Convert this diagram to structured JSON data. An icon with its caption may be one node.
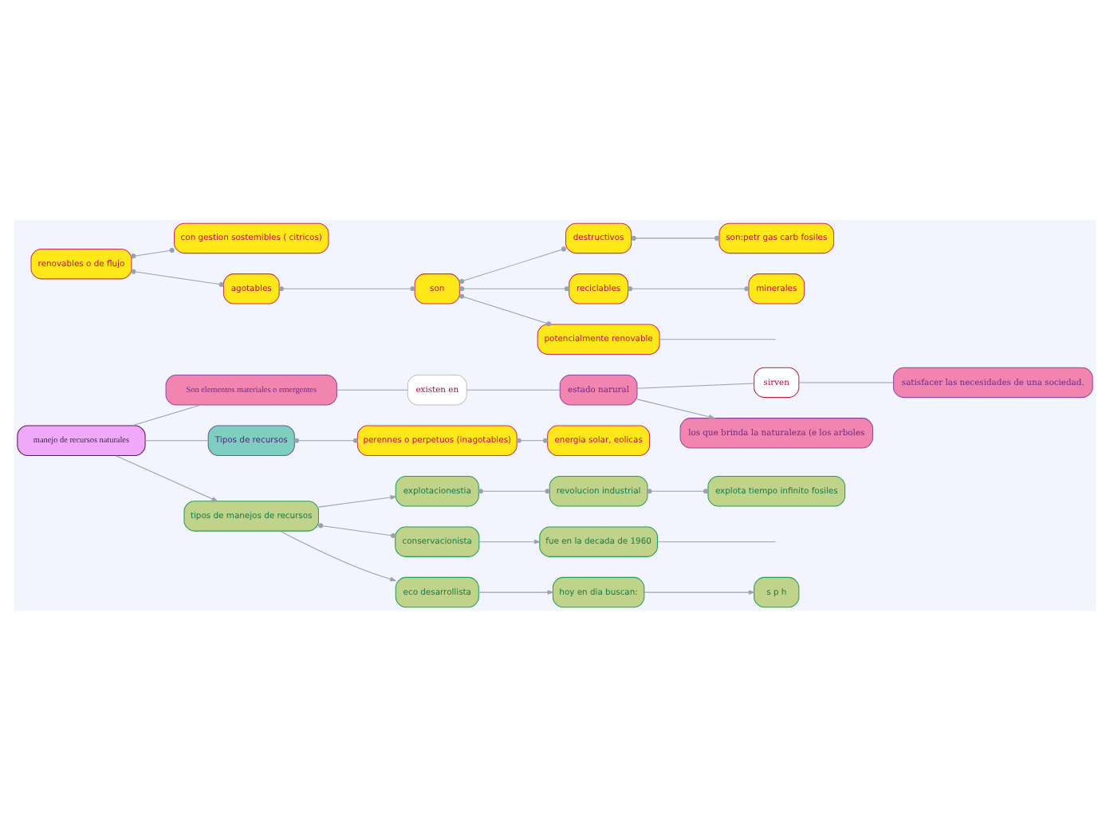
{
  "diagram": {
    "nodes": [
      {
        "text": [
          "manejo de recursos naturales"
        ]
      },
      {
        "text": [
          "Son elementos materiales o emergentes"
        ]
      },
      {
        "text": [
          "existen en"
        ]
      },
      {
        "text": [
          "estado narural"
        ]
      },
      {
        "text": [
          "sirven"
        ]
      },
      {
        "text": [
          "satisfacer las necesidades de una sociedad."
        ]
      },
      {
        "text": [
          "los que brinda la naturaleza (e los arboles"
        ]
      },
      {
        "text": [
          "Tipos de recursos"
        ]
      },
      {
        "text": [
          "perennes o perpetuos (inagotables)"
        ]
      },
      {
        "text": [
          "energia solar, eolicas"
        ]
      },
      {
        "text": [
          "renovables o de flujo"
        ]
      },
      {
        "text": [
          "con gestion sostemibles ( citricos)"
        ]
      },
      {
        "text": [
          "agotables"
        ]
      },
      {
        "text": [
          "son"
        ]
      },
      {
        "text": [
          "destructivos"
        ]
      },
      {
        "text": [
          "son:petr gas carb fosiles"
        ]
      },
      {
        "text": [
          "reciclables"
        ]
      },
      {
        "text": [
          "minerales"
        ]
      },
      {
        "text": [
          "potencialmente renovable"
        ]
      },
      {
        "text": [
          "tipos de manejos de recursos"
        ]
      },
      {
        "text": [
          "explotacionestia"
        ]
      },
      {
        "text": [
          "revolucion industrial"
        ]
      },
      {
        "text": [
          "explota tiempo infinito fosiles"
        ]
      },
      {
        "text": [
          "conservacionista"
        ]
      },
      {
        "text": [
          "fue en la decada de 1960"
        ]
      },
      {
        "text": [
          "eco desarrollista"
        ]
      },
      {
        "text": [
          "hoy en dia buscan:"
        ]
      },
      {
        "text": [
          "s p h"
        ]
      }
    ],
    "edges": [
      {
        "from": 0,
        "to": 1,
        "arrow": "none"
      },
      {
        "from": 1,
        "to": 2,
        "arrow": "none"
      },
      {
        "from": 2,
        "to": 3,
        "arrow": "none"
      },
      {
        "from": 3,
        "to": 4,
        "arrow": "none"
      },
      {
        "from": 4,
        "to": 5,
        "arrow": "none"
      },
      {
        "from": 3,
        "to": 6,
        "arrow": "to"
      },
      {
        "from": 0,
        "to": 7,
        "arrow": "none"
      },
      {
        "from": 7,
        "to": 8,
        "arrow": "other"
      },
      {
        "from": 8,
        "to": 9,
        "arrow": "other"
      },
      {
        "from": 10,
        "to": 11,
        "arrow": "other"
      },
      {
        "from": 10,
        "to": 12,
        "arrow": "other"
      },
      {
        "from": 12,
        "to": 13,
        "arrow": "other"
      },
      {
        "from": 13,
        "to": 14,
        "arrow": "other"
      },
      {
        "from": 14,
        "to": 15,
        "arrow": "other"
      },
      {
        "from": 13,
        "to": 16,
        "arrow": "other"
      },
      {
        "from": 16,
        "to": 17,
        "arrow": "other"
      },
      {
        "from": 13,
        "to": 18,
        "arrow": "other"
      },
      {
        "from": 18,
        "to": null,
        "arrow": "none"
      },
      {
        "from": 0,
        "to": 19,
        "arrow": "to"
      },
      {
        "from": 19,
        "to": 20,
        "arrow": "to"
      },
      {
        "from": 20,
        "to": 21,
        "arrow": "other"
      },
      {
        "from": 21,
        "to": 22,
        "arrow": "other"
      },
      {
        "from": 19,
        "to": 23,
        "arrow": "other"
      },
      {
        "from": 23,
        "to": 24,
        "arrow": "to"
      },
      {
        "from": 24,
        "to": null,
        "arrow": "none"
      },
      {
        "from": 19,
        "to": 25,
        "arrow": "to"
      },
      {
        "from": 25,
        "to": 26,
        "arrow": "to"
      },
      {
        "from": 26,
        "to": 27,
        "arrow": "to"
      }
    ]
  }
}
